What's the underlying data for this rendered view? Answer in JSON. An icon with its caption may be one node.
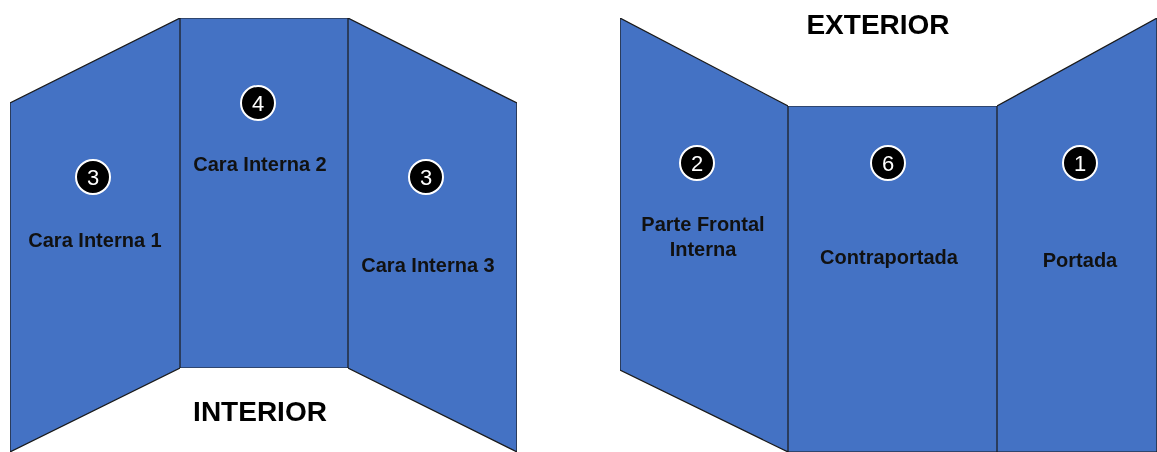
{
  "diagram": {
    "nodes": [
      {
        "text": [
          "Cara Interna 1"
        ]
      },
      {
        "text": [
          "3"
        ],
        "in": 0
      },
      {
        "text": [
          "Cara Interna 2"
        ]
      },
      {
        "text": [
          "4"
        ],
        "in": 2
      },
      {
        "text": [
          "Cara Interna 3"
        ]
      },
      {
        "text": [
          "3"
        ],
        "in": 4
      },
      {
        "text": [
          "Parte Frontal Interna"
        ]
      },
      {
        "text": [
          "2"
        ],
        "in": 6
      },
      {
        "text": [
          "Contraportada"
        ]
      },
      {
        "text": [
          "6"
        ],
        "in": 8
      },
      {
        "text": [
          "Portada"
        ]
      },
      {
        "text": [
          "1"
        ],
        "in": 10
      }
    ],
    "labels": [
      "EXTERIOR",
      "INTERIOR"
    ]
  }
}
